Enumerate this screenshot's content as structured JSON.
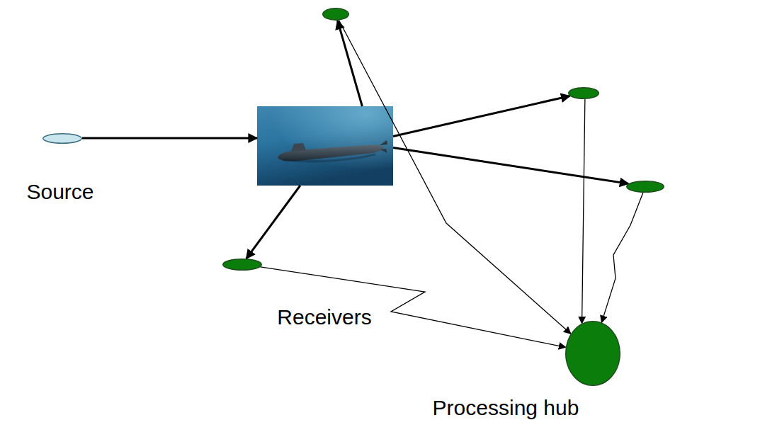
{
  "diagram": {
    "nodes": [
      {
        "text": [
          "Source"
        ]
      },
      {
        "text": []
      },
      {
        "text": []
      },
      {
        "text": []
      },
      {
        "text": []
      },
      {
        "text": []
      },
      {
        "text": [
          "Processing hub"
        ]
      }
    ],
    "edges": [
      {
        "from": 0,
        "to": 1,
        "arrow": "to"
      },
      {
        "from": 1,
        "to": 2,
        "arrow": "to"
      },
      {
        "from": 1,
        "to": 3,
        "arrow": "to"
      },
      {
        "from": 1,
        "to": 4,
        "arrow": "to"
      },
      {
        "from": 1,
        "to": 5,
        "arrow": "to"
      },
      {
        "from": 2,
        "to": 6,
        "arrow": "to"
      },
      {
        "from": 3,
        "to": 6,
        "arrow": "to"
      },
      {
        "from": 4,
        "to": 6,
        "arrow": "to"
      },
      {
        "from": 5,
        "to": 6,
        "arrow": "to"
      }
    ],
    "labels": [
      "Receivers"
    ]
  }
}
